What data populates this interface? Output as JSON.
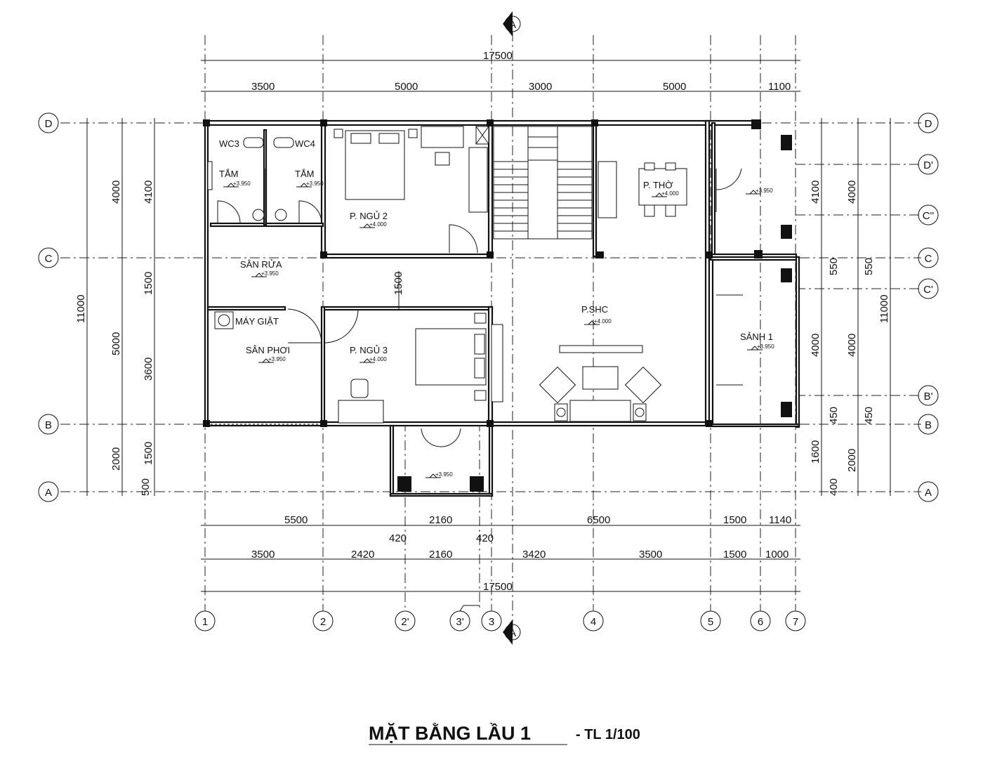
{
  "title": "MẶT BẰNG LẦU 1",
  "scale": "- TL 1/100",
  "colors": {
    "line": "#111111",
    "paper": "#ffffff"
  },
  "section_marker": "A",
  "grid_x": [
    "1",
    "2",
    "2'",
    "3'",
    "3",
    "4",
    "5",
    "6",
    "7"
  ],
  "grid_y": [
    "D",
    "D'",
    "C''",
    "C",
    "C'",
    "B'",
    "B",
    "A"
  ],
  "rooms": {
    "wc3": "WC3",
    "wc4": "WC4",
    "tam1": "TẮM",
    "tam2": "TẮM",
    "ngu2": "P. NGỦ 2",
    "tho": "P. THỜ",
    "san_rua": "SÂN RỬA",
    "may_giat": "MÁY GIẶT",
    "san_phoi": "SÂN PHƠI",
    "ngu3": "P. NGỦ 3",
    "shc": "P.SHC",
    "sanh1": "SẢNH 1"
  },
  "levels": {
    "tam1": "+3.950",
    "tam2": "+3.950",
    "ngu2": "+4.000",
    "tho": "+4.000",
    "balcony_d": "+3.950",
    "san_rua": "+3.950",
    "san_phoi": "+3.950",
    "ngu3": "+4.000",
    "shc": "+4.000",
    "sanh1": "+3.950",
    "balcony_a": "+3.950"
  },
  "dims_top": {
    "total": "17500",
    "segments": [
      "3500",
      "5000",
      "3000",
      "5000",
      "1100"
    ]
  },
  "dims_bottom": {
    "row1": [
      "5500",
      "2160",
      "6500",
      "1500",
      "1140"
    ],
    "offsets": [
      "420",
      "420"
    ],
    "row2": [
      "3500",
      "2420",
      "2160",
      "3420",
      "3500",
      "1500",
      "1000"
    ],
    "total": "17500"
  },
  "dims_left": {
    "total": "11000",
    "outer": [
      "4000",
      "5000",
      "2000"
    ],
    "inner": [
      "4100",
      "1500",
      "3600",
      "1500",
      "500"
    ]
  },
  "dims_right": {
    "total": "11000",
    "outer": [
      "4000",
      "550",
      "4000",
      "450",
      "2000"
    ],
    "inner": [
      "4100",
      "550",
      "4000",
      "450",
      "1600",
      "400"
    ]
  },
  "dim_inner": {
    "corridor": "1500"
  }
}
